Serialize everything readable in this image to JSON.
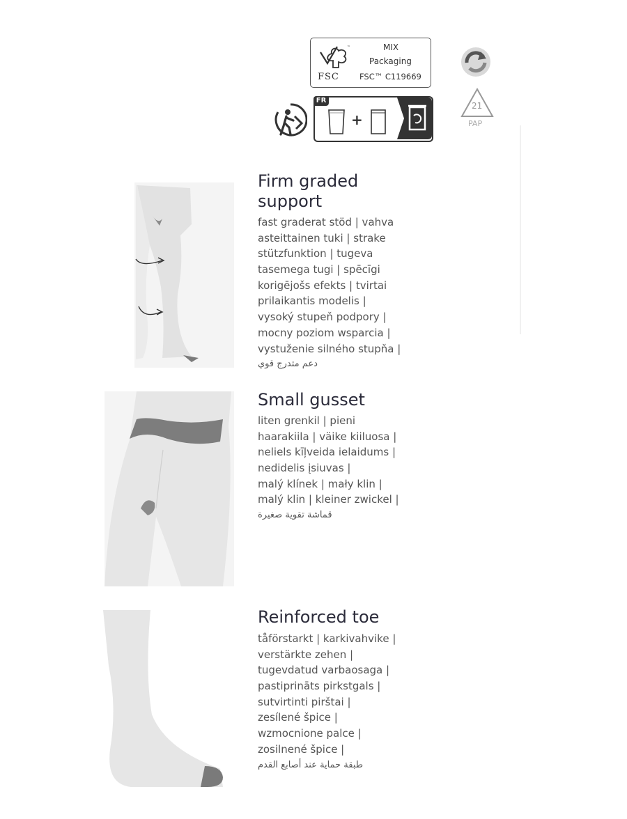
{
  "fsc": {
    "word": "FSC",
    "mix": "MIX",
    "packaging": "Packaging",
    "code": "FSC™ C119669"
  },
  "triman": {
    "region": "FR"
  },
  "recycle_code": {
    "number": "21",
    "material": "PAP"
  },
  "sections": [
    {
      "title_lines": [
        "Firm graded",
        "support"
      ],
      "lines": [
        "fast graderat stöd | vahva",
        "asteittainen tuki | strake",
        "stützfunktion | tugeva",
        "tasemega tugi | spēcīgi",
        "korigējošs efekts | tvirtai",
        "prilaikantis modelis |",
        "vysoký stupeň podpory |",
        "mocny poziom wsparcia |",
        "vystuženie silného stupňa |",
        "دعم متدرج قوي"
      ]
    },
    {
      "title_lines": [
        "Small gusset"
      ],
      "lines": [
        "liten grenkil | pieni",
        "haarakiila | väike kiiluosa |",
        "neliels kīļveida ielaidums |",
        "nedidelis įsiuvas |",
        "malý klínek | mały klin |",
        "malý klin | kleiner zwickel |",
        "قماشة تقوية صغيرة"
      ]
    },
    {
      "title_lines": [
        "Reinforced toe"
      ],
      "lines": [
        "tåförstarkt | karkivahvike |",
        "verstärkte zehen |",
        "tugevdatud varbaosaga |",
        "pastiprināts pirkstgals |",
        "sutvirtinti pirštai |",
        "zesílené špice |",
        "wzmocnione palce |",
        "zosilnené špice |",
        "طبقة حماية عند أصابع القدم"
      ]
    }
  ],
  "colors": {
    "heading": "#2b2b3a",
    "body_text": "#555555",
    "panel": "#f4f4f4",
    "tights": "#e6e6e6",
    "reinforced": "#7a7a7a"
  }
}
